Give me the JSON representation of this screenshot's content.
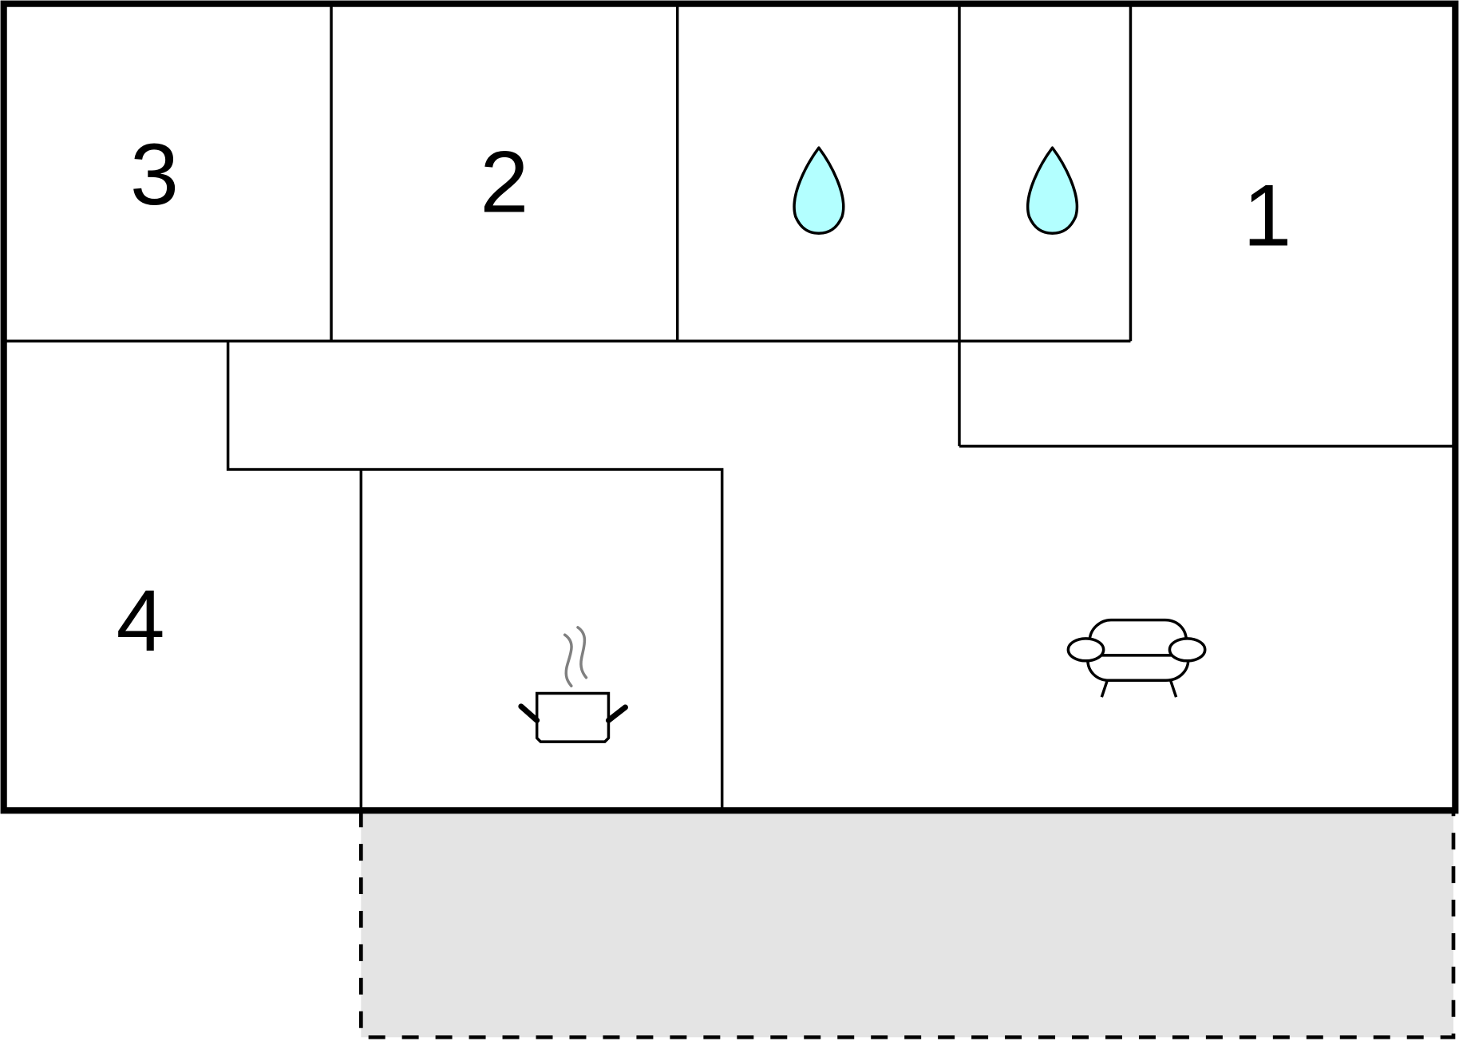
{
  "diagram": {
    "type": "floor-plan",
    "rooms": [
      {
        "id": "room-3",
        "label": "3",
        "kind": "bedroom"
      },
      {
        "id": "room-2",
        "label": "2",
        "kind": "bedroom"
      },
      {
        "id": "room-1",
        "label": "1",
        "kind": "bedroom"
      },
      {
        "id": "room-4",
        "label": "4",
        "kind": "bedroom"
      },
      {
        "id": "bathroom-1",
        "label": "",
        "kind": "bathroom",
        "icon": "water-drop-icon"
      },
      {
        "id": "bathroom-2",
        "label": "",
        "kind": "bathroom",
        "icon": "water-drop-icon"
      },
      {
        "id": "kitchen",
        "label": "",
        "kind": "kitchen",
        "icon": "cooking-pot-icon"
      },
      {
        "id": "living-room",
        "label": "",
        "kind": "living-room",
        "icon": "sofa-icon"
      },
      {
        "id": "hallway",
        "label": "",
        "kind": "hallway"
      },
      {
        "id": "terrace",
        "label": "",
        "kind": "outdoor-terrace",
        "style": "dashed"
      }
    ],
    "colors": {
      "wall": "#000000",
      "water": "#b3ffff",
      "terrace_fill": "#e4e4e4",
      "steam": "#808080",
      "background": "#ffffff"
    }
  }
}
